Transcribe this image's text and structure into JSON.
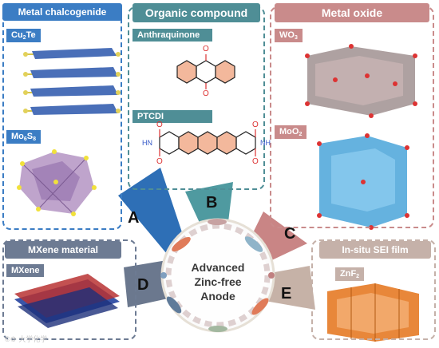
{
  "panels": {
    "metal_chalcogenide": {
      "title": "Metal chalcogenide",
      "color": "#3b7dc4",
      "items": [
        {
          "base": "Cu",
          "sub": "2",
          "tail": "Te"
        },
        {
          "base": "Mo",
          "sub": "6",
          "tail": "S",
          "sub2": "8"
        }
      ]
    },
    "organic_compound": {
      "title": "Organic compound",
      "color": "#4f8e96",
      "items": [
        {
          "label": "Anthraquinone"
        },
        {
          "label": "PTCDI"
        }
      ]
    },
    "metal_oxide": {
      "title": "Metal oxide",
      "color": "#c98b8b",
      "items": [
        {
          "base": "WO",
          "sub": "3"
        },
        {
          "base": "MoO",
          "sub": "2"
        }
      ]
    },
    "mxene": {
      "title": "MXene material",
      "color": "#6d7b93",
      "items": [
        {
          "label": "MXene"
        }
      ]
    },
    "sei": {
      "title": "In-situ SEI film",
      "color": "#c5b1a9",
      "items": [
        {
          "base": "ZnF",
          "sub": "2"
        }
      ]
    }
  },
  "molecule_labels": {
    "oxygen": "O",
    "nh": "NH",
    "hn": "HN"
  },
  "sectors": [
    "A",
    "B",
    "C",
    "D",
    "E"
  ],
  "center": {
    "line1": "Advanced",
    "line2": "Zinc-free",
    "line3": "Anode"
  },
  "watermark": "©⚙ 大学化学"
}
